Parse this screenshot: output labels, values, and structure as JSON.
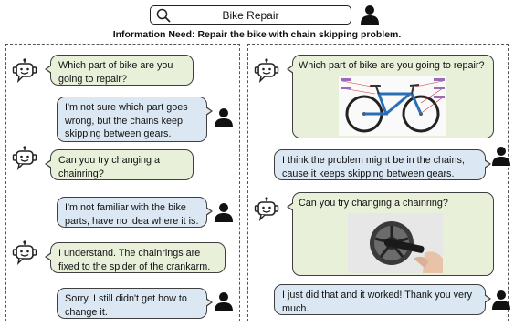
{
  "search": {
    "query": "Bike Repair"
  },
  "title": "Information Need: Repair the bike with chain skipping problem.",
  "left_dialog": [
    {
      "role": "bot",
      "text": "Which part of bike are you going to repair?"
    },
    {
      "role": "user",
      "text": "I'm not sure which part goes wrong, but the chains keep skipping between gears."
    },
    {
      "role": "bot",
      "text": "Can you try changing a chainring?"
    },
    {
      "role": "user",
      "text": "I'm not familiar with the bike parts, have no idea where it is."
    },
    {
      "role": "bot",
      "text": "I understand. The chainrings are fixed to the spider of the crankarm."
    },
    {
      "role": "user",
      "text": "Sorry, I still didn't get how to change it."
    }
  ],
  "right_dialog": [
    {
      "role": "bot",
      "text": "Which part of bike are you going to repair?",
      "image": "bicycle-parts-diagram"
    },
    {
      "role": "user",
      "text": "I think the problem might be in the chains, cause it keeps skipping between gears."
    },
    {
      "role": "bot",
      "text": "Can you try changing a chainring?",
      "image": "chainring-photo"
    },
    {
      "role": "user",
      "text": "I just did that and it worked! Thank you very much."
    }
  ],
  "colors": {
    "bot_bubble": "#e8f0da",
    "user_bubble": "#dbe8f3",
    "border": "#3f3f3f"
  },
  "icons": {
    "bot": "robot-icon",
    "user": "person-icon",
    "search": "search-icon"
  }
}
